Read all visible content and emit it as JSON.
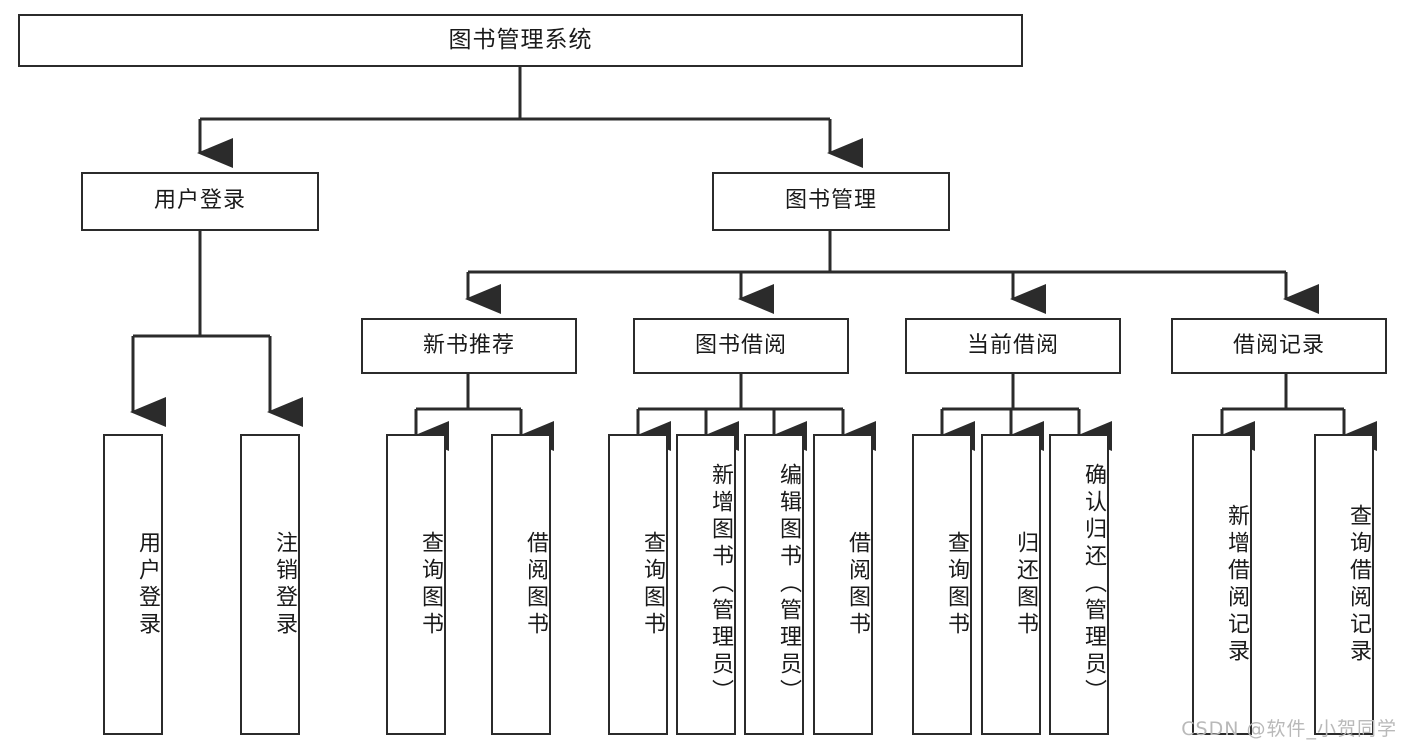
{
  "diagram": {
    "title": "图书管理系统",
    "type": "functional-structure-tree",
    "watermark": "CSDN @软件_小贺同学",
    "colors": {
      "stroke": "#2b2b2b",
      "fill": "#ffffff",
      "text": "#1a1a1a",
      "watermark": "#b9b9b9"
    }
  },
  "nodes": {
    "root": {
      "label": "图书管理系统"
    },
    "level1": [
      {
        "id": "user-login",
        "label": "用户登录"
      },
      {
        "id": "book-manage",
        "label": "图书管理"
      }
    ],
    "level2": [
      {
        "id": "new-book-recommend",
        "label": "新书推荐",
        "parent": "book-manage"
      },
      {
        "id": "book-borrow",
        "label": "图书借阅",
        "parent": "book-manage"
      },
      {
        "id": "current-borrow",
        "label": "当前借阅",
        "parent": "book-manage"
      },
      {
        "id": "borrow-record",
        "label": "借阅记录",
        "parent": "book-manage"
      }
    ],
    "leaves": {
      "user-login": [
        {
          "id": "leaf-user-login",
          "label": "用户登录"
        },
        {
          "id": "leaf-logout",
          "label": "注销登录"
        }
      ],
      "new-book-recommend": [
        {
          "id": "leaf-query-book-1",
          "label": "查询图书"
        },
        {
          "id": "leaf-borrow-book-1",
          "label": "借阅图书"
        }
      ],
      "book-borrow": [
        {
          "id": "leaf-query-book-2",
          "label": "查询图书"
        },
        {
          "id": "leaf-add-book",
          "label": "新增图书（管理员）"
        },
        {
          "id": "leaf-edit-book",
          "label": "编辑图书（管理员）"
        },
        {
          "id": "leaf-borrow-book-2",
          "label": "借阅图书"
        }
      ],
      "current-borrow": [
        {
          "id": "leaf-query-book-3",
          "label": "查询图书"
        },
        {
          "id": "leaf-return-book",
          "label": "归还图书"
        },
        {
          "id": "leaf-confirm-return",
          "label": "确认归还（管理员）"
        }
      ],
      "borrow-record": [
        {
          "id": "leaf-add-record",
          "label": "新增借阅记录"
        },
        {
          "id": "leaf-query-record",
          "label": "查询借阅记录"
        }
      ]
    }
  }
}
